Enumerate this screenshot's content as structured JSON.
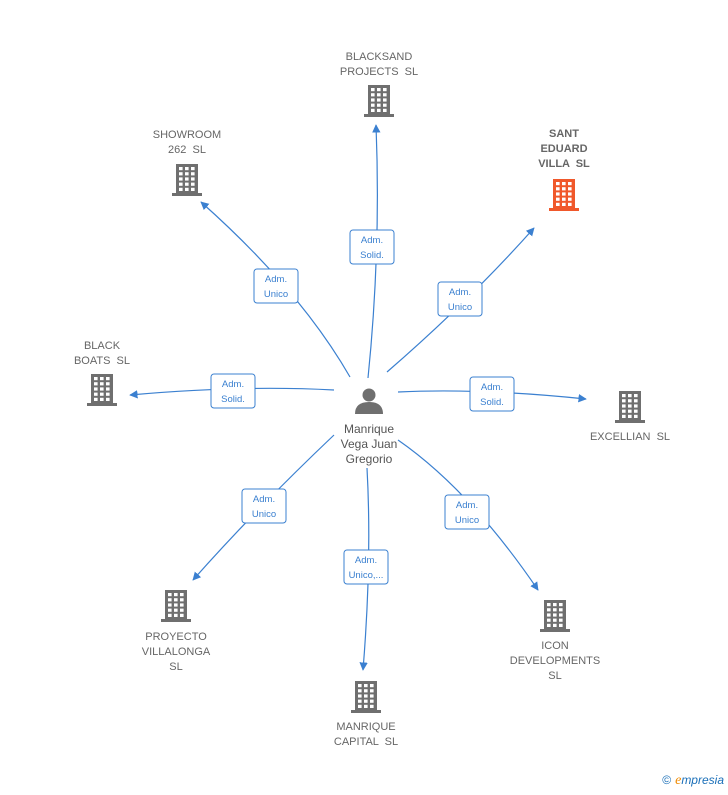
{
  "colors": {
    "edge": "#3b80d0",
    "company_icon": "#6f6f6f",
    "company_icon_highlight": "#f0582b",
    "person_icon": "#6f6f6f"
  },
  "center": {
    "icon": "person-icon",
    "name_lines": [
      "Manrique",
      "Vega Juan",
      "Gregorio"
    ]
  },
  "companies": [
    {
      "id": "blacksand",
      "lines": [
        "BLACKSAND",
        "PROJECTS  SL"
      ],
      "role_lines": [
        "Adm.",
        "Solid."
      ],
      "highlight": false
    },
    {
      "id": "sant-eduard",
      "lines": [
        "SANT",
        "EDUARD",
        "VILLA  SL"
      ],
      "role_lines": [
        "Adm.",
        "Unico"
      ],
      "highlight": true
    },
    {
      "id": "excellian",
      "lines": [
        "EXCELLIAN  SL"
      ],
      "role_lines": [
        "Adm.",
        "Solid."
      ],
      "highlight": false
    },
    {
      "id": "icon-developments",
      "lines": [
        "ICON",
        "DEVELOPMENTS",
        "SL"
      ],
      "role_lines": [
        "Adm.",
        "Unico"
      ],
      "highlight": false
    },
    {
      "id": "manrique-capital",
      "lines": [
        "MANRIQUE",
        "CAPITAL  SL"
      ],
      "role_lines": [
        "Adm.",
        "Unico,..."
      ],
      "highlight": false
    },
    {
      "id": "proyecto-villalonga",
      "lines": [
        "PROYECTO",
        "VILLALONGA",
        "SL"
      ],
      "role_lines": [
        "Adm.",
        "Unico"
      ],
      "highlight": false
    },
    {
      "id": "black-boats",
      "lines": [
        "BLACK",
        "BOATS  SL"
      ],
      "role_lines": [
        "Adm.",
        "Solid."
      ],
      "highlight": false
    },
    {
      "id": "showroom",
      "lines": [
        "SHOWROOM",
        "262  SL"
      ],
      "role_lines": [
        "Adm.",
        "Unico"
      ],
      "highlight": false
    }
  ],
  "footer": {
    "copyright": "©",
    "brand_initial": "e",
    "brand_rest": "mpresia"
  }
}
